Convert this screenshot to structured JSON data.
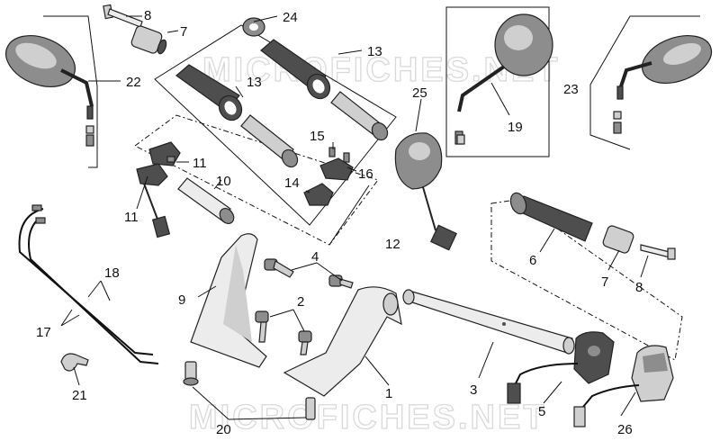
{
  "watermark": "MICROFICHES.NET",
  "callouts": {
    "p1": "1",
    "p2": "2",
    "p3": "3",
    "p4": "4",
    "p5": "5",
    "p6": "6",
    "p7a": "7",
    "p7b": "7",
    "p8a": "8",
    "p8b": "8",
    "p9": "9",
    "p10": "10",
    "p11a": "11",
    "p11b": "11",
    "p12": "12",
    "p13a": "13",
    "p13b": "13",
    "p14": "14",
    "p15": "15",
    "p16": "16",
    "p17": "17",
    "p18": "18",
    "p19": "19",
    "p20": "20",
    "p21": "21",
    "p22": "22",
    "p23": "23",
    "p24": "24",
    "p25": "25",
    "p26": "26"
  },
  "colors": {
    "line": "#111111",
    "part_dark": "#4e4e4e",
    "part_mid": "#8d8d8d",
    "part_light": "#cfcfcf",
    "watermark": "#d9d9d9"
  }
}
